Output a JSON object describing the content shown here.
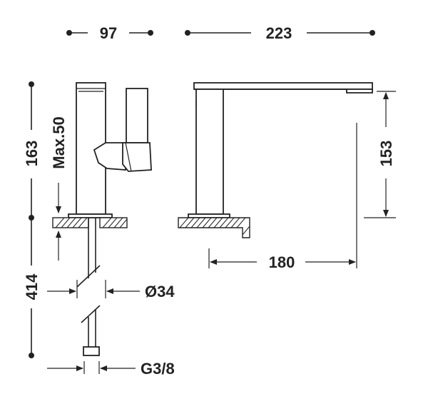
{
  "dimensions": {
    "top_left_width": "97",
    "top_right_width": "223",
    "left_total_height": "163",
    "max_handle": "Max.50",
    "right_height": "153",
    "reach": "180",
    "below_deck": "414",
    "hole_diameter": "Ø34",
    "connection": "G3/8"
  },
  "colors": {
    "line": "#222222",
    "background": "#ffffff"
  }
}
